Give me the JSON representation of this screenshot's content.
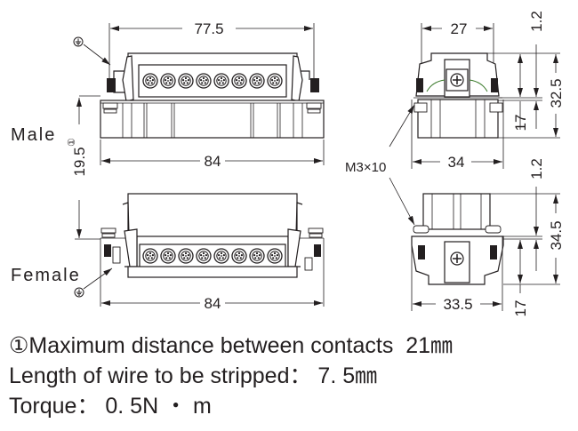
{
  "labels": {
    "male": "Male",
    "female": "Female",
    "screw": "M3×10",
    "footnote_marker": "①"
  },
  "dimensions": {
    "male_top_width": "77.5",
    "male_base_width": "84",
    "female_base_width": "84",
    "pitch_vertical": "19.5",
    "male_side_top": "27",
    "male_side_base": "34",
    "male_side_gap": "1.2",
    "male_side_height": "32.5",
    "male_side_lower": "17",
    "female_side_base": "33.5",
    "female_side_gap": "1.2",
    "female_side_height": "34.5",
    "female_side_lower": "17"
  },
  "contacts": {
    "count": 8
  },
  "notes": {
    "line1": "①Maximum distance between contacts  21㎜",
    "line2": "Length of wire to be stripped： 7. 5㎜",
    "line3": "Torque： 0. 5N ・ m"
  },
  "colors": {
    "line": "#231f20",
    "accent_green": "#3a7a2a"
  }
}
